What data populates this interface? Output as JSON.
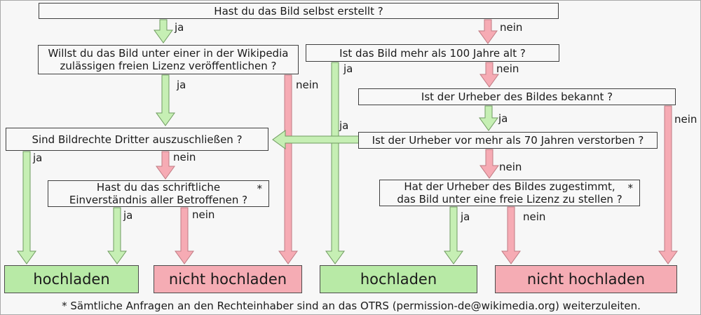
{
  "labels": {
    "ja": "ja",
    "nein": "nein"
  },
  "boxes": {
    "b1": {
      "text": "Hast du das Bild selbst erstellt ?"
    },
    "b2": {
      "line1": "Willst du das Bild unter einer in der Wikipedia",
      "line2": "zulässigen freien Lizenz veröffentlichen ?"
    },
    "b3": {
      "text": "Ist das Bild mehr als 100 Jahre alt ?"
    },
    "b4": {
      "text": "Ist der Urheber des Bildes bekannt ?"
    },
    "b5": {
      "text": "Ist der Urheber vor mehr als 70 Jahren verstorben ?"
    },
    "b6": {
      "text": "Sind Bildrechte Dritter auszuschließen ?"
    },
    "b7": {
      "line1": "Hast du das schriftliche",
      "line2": "Einverständnis aller Betroffenen ?",
      "asterisk": "*"
    },
    "b8": {
      "line1": "Hat der Urheber des Bildes zugestimmt,",
      "line2": "das Bild unter eine freie Lizenz zu stellen ?",
      "asterisk": "*"
    }
  },
  "results": {
    "r1": "hochladen",
    "r2": "nicht hochladen",
    "r3": "hochladen",
    "r4": "nicht hochladen"
  },
  "footnote": "* Sämtliche  Anfragen an den Rechteinhaber sind an das OTRS (permission-de@wikimedia.org) weiterzuleiten.",
  "colors": {
    "background": "#f7f7f7",
    "box_fill": "#f8f8f8",
    "yes_fill": "#c6efb4",
    "yes_stroke": "#6f9b60",
    "no_fill": "#f6abb4",
    "no_stroke": "#bf7b83",
    "result_yes_fill": "#b8eaa6",
    "result_no_fill": "#f5acb4"
  }
}
